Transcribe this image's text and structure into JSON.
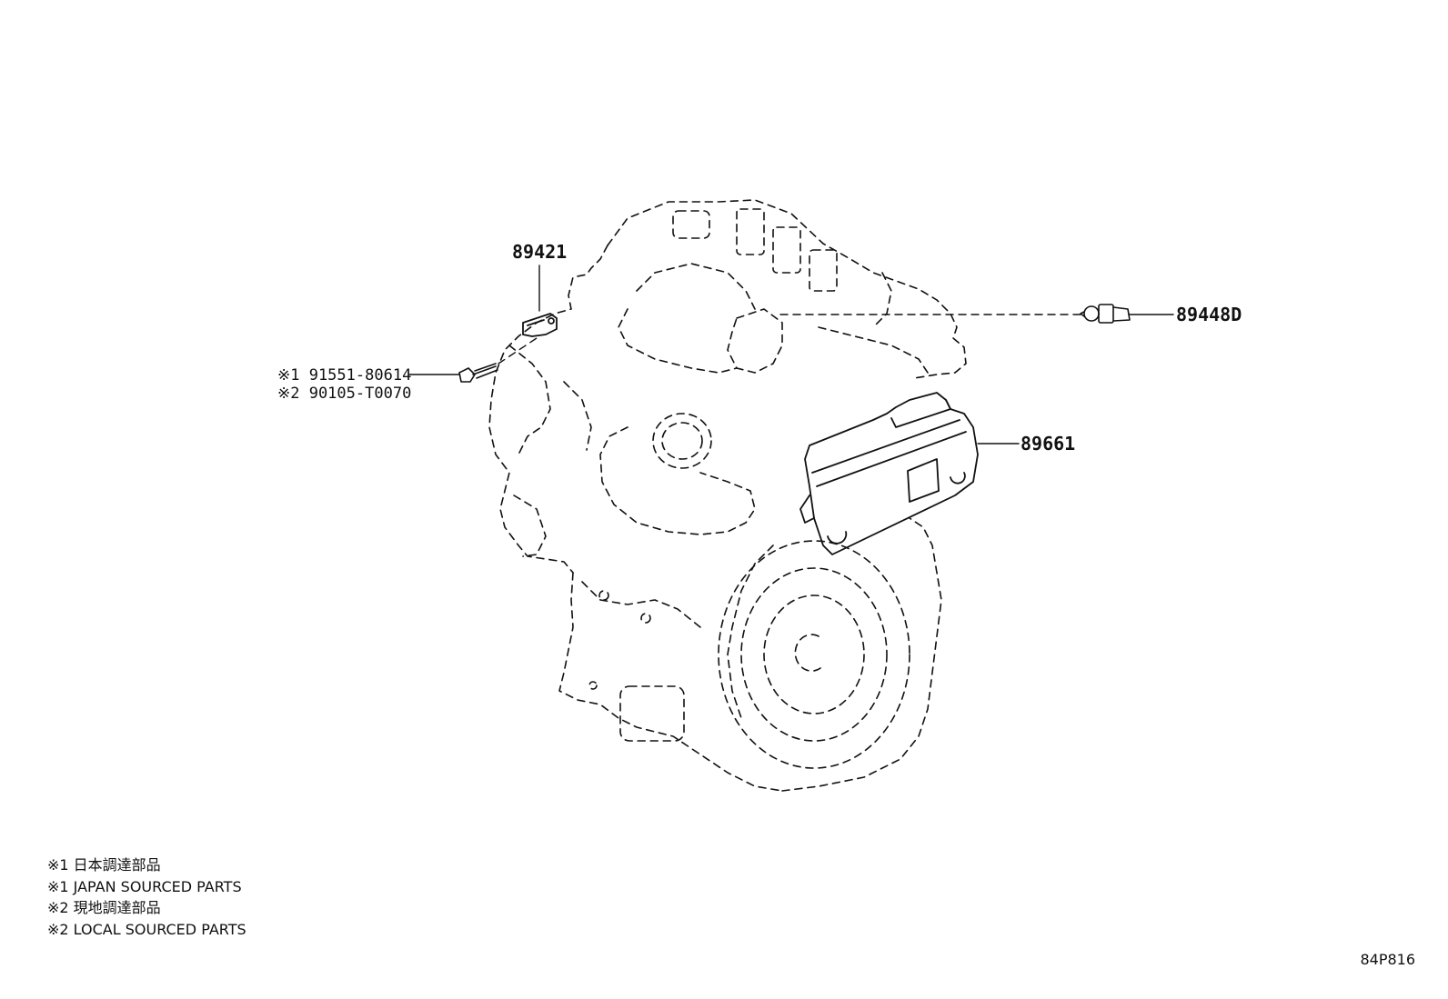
{
  "callouts": {
    "crank_sensor": "89421",
    "bolt_japan": "※1 91551-80614",
    "bolt_local": "※2 90105-T0070",
    "knock_sensor": "89448D",
    "ecu": "89661"
  },
  "legend": [
    "※1 日本調達部品",
    "※1 JAPAN SOURCED PARTS",
    "※2 現地調達部品",
    "※2 LOCAL SOURCED PARTS"
  ],
  "diagram_code": "84P816"
}
